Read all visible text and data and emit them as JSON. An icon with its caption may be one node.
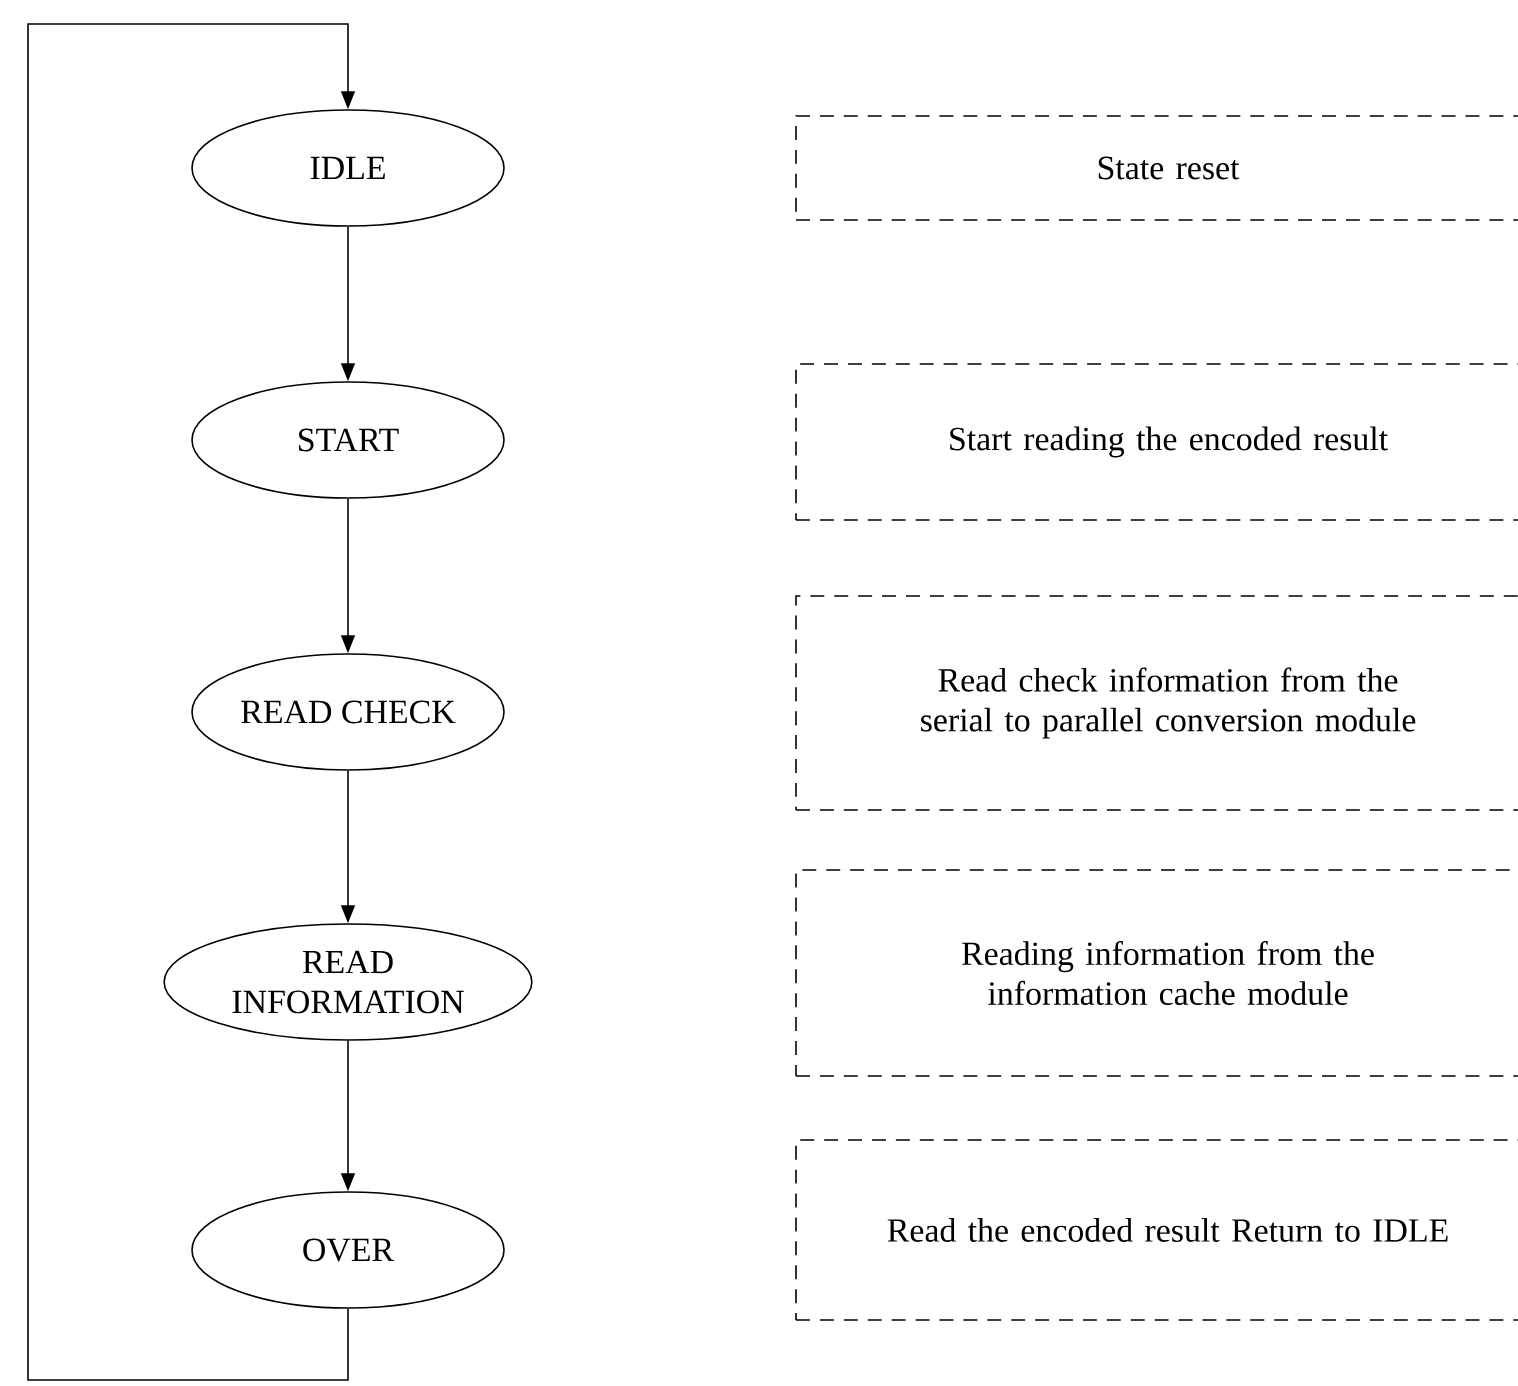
{
  "diagram": {
    "nodes": [
      {
        "text": [
          "IDLE"
        ]
      },
      {
        "text": [
          "START"
        ]
      },
      {
        "text": [
          "READ CHECK"
        ]
      },
      {
        "text": [
          "READ INFORMATION"
        ]
      },
      {
        "text": [
          "OVER"
        ]
      },
      {
        "text": [
          "State reset"
        ]
      },
      {
        "text": [
          "Start reading the encoded result"
        ]
      },
      {
        "text": [
          "Read check information from the serial to parallel conversion module"
        ]
      },
      {
        "text": [
          "Reading information from the information cache module"
        ]
      },
      {
        "text": [
          "Read the encoded result Return to IDLE"
        ]
      }
    ],
    "edges": [
      {
        "from": 0,
        "to": 1,
        "arrow": "to"
      },
      {
        "from": 1,
        "to": 2,
        "arrow": "to"
      },
      {
        "from": 2,
        "to": 3,
        "arrow": "to"
      },
      {
        "from": 3,
        "to": 4,
        "arrow": "to"
      },
      {
        "from": 4,
        "to": 0,
        "arrow": "to"
      }
    ]
  }
}
